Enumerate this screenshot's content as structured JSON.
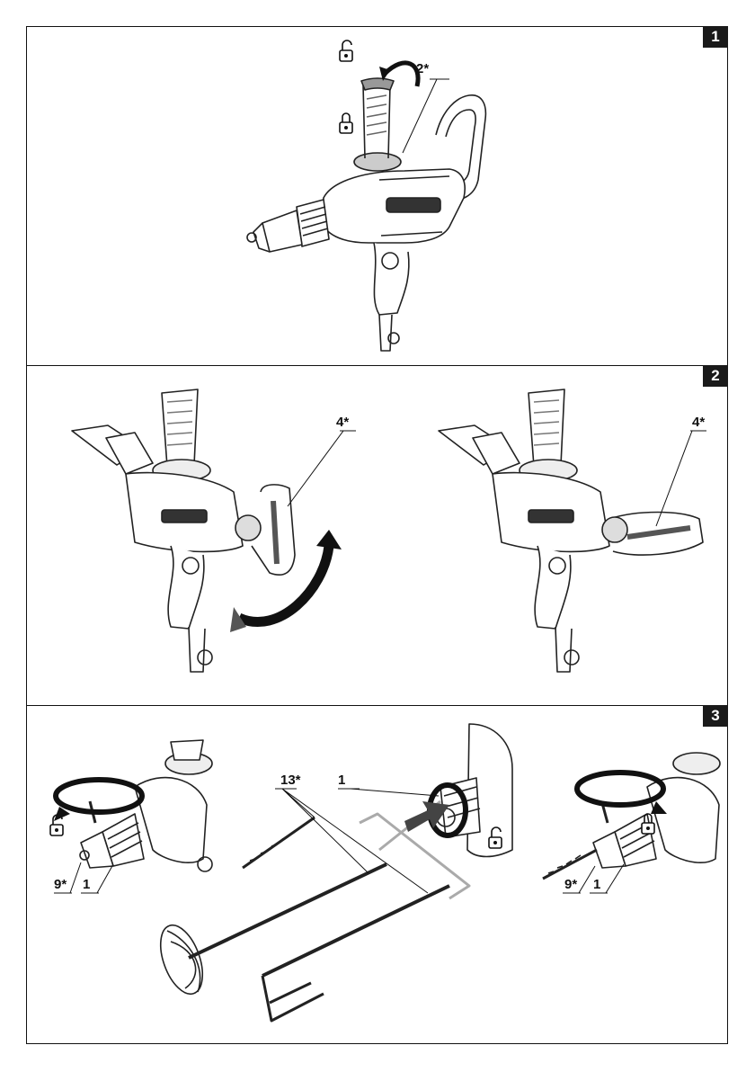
{
  "panel1": {
    "number": "1",
    "labels": {
      "handle": "2*"
    }
  },
  "panel2": {
    "number": "2",
    "labels": {
      "left": "4*",
      "right": "4*"
    }
  },
  "panel3": {
    "number": "3",
    "labels": {
      "key_left": "9*",
      "chuck_left": "1",
      "bits": "13*",
      "chuck_mid": "1",
      "key_right": "9*",
      "chuck_right": "1"
    }
  },
  "icons": [
    "unlock-icon",
    "lock-icon",
    "rotate-arrow-icon",
    "push-arrow-icon"
  ]
}
